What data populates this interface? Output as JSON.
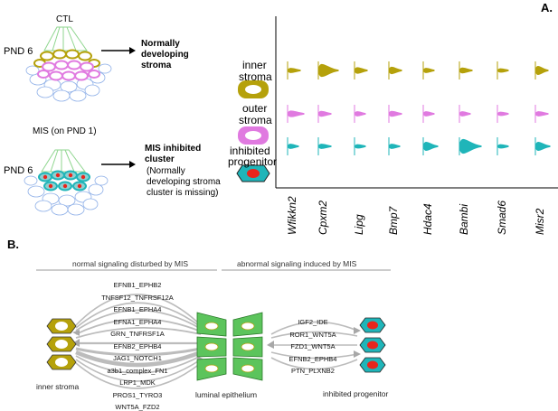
{
  "panel_a": {
    "label": "A.",
    "ctl_label": "CTL",
    "pnd6_top": "PND 6",
    "mis_label": "MIS (on PND 1)",
    "pnd6_bottom": "PND 6",
    "normal_line1": "Normally",
    "normal_line2": "developing",
    "normal_line3": "stroma",
    "mis_line1": "MIS inhibited",
    "mis_line2": "cluster",
    "mis_note1": "(Normally",
    "mis_note2": "developing stroma",
    "mis_note3": "cluster is missing)",
    "rows": [
      {
        "line1": "inner",
        "line2": "stroma",
        "color": "#b5a10b"
      },
      {
        "line1": "outer",
        "line2": "stroma",
        "color": "#e07ae0"
      },
      {
        "line1": "inhibited",
        "line2": "progenitor",
        "color": "#1fb5b9"
      }
    ],
    "genes": [
      "Wfikkn2",
      "Cpxm2",
      "Lipg",
      "Bmp7",
      "Hdac4",
      "Bambi",
      "Smad6",
      "Misr2"
    ]
  },
  "panel_b": {
    "label": "B.",
    "left_header": "normal signaling disturbed by MIS",
    "right_header": "abnormal signaling induced by MIS",
    "left_pairs": [
      "EFNB1_EPHB2",
      "TNFSF12_TNFRSF12A",
      "EFNB1_EPHA4",
      "EFNA1_EPHA4",
      "GRN_TNFRSF1A",
      "EFNB2_EPHB4",
      "JAG1_NOTCH1",
      "a3b1_complex_FN1",
      "LRP1_MDK",
      "PROS1_TYRO3",
      "WNT5A_FZD2"
    ],
    "right_pairs": [
      "IGF2_IDE",
      "ROR1_WNT5A",
      "FZD1_WNT5A",
      "EFNB2_EPHB4",
      "PTN_PLXNB2"
    ],
    "inner_stroma": "inner stroma",
    "luminal_epithelium": "luminal epithelium",
    "inhibited_progenitor": "inhibited progenitor"
  },
  "colors": {
    "inner_stroma": "#b5a10b",
    "outer_stroma": "#e07ae0",
    "inhibited": "#1fb5b9",
    "epithelium": "#5cc45c",
    "nucleus": "#e8251c",
    "arrow": "#b0b0b0"
  }
}
